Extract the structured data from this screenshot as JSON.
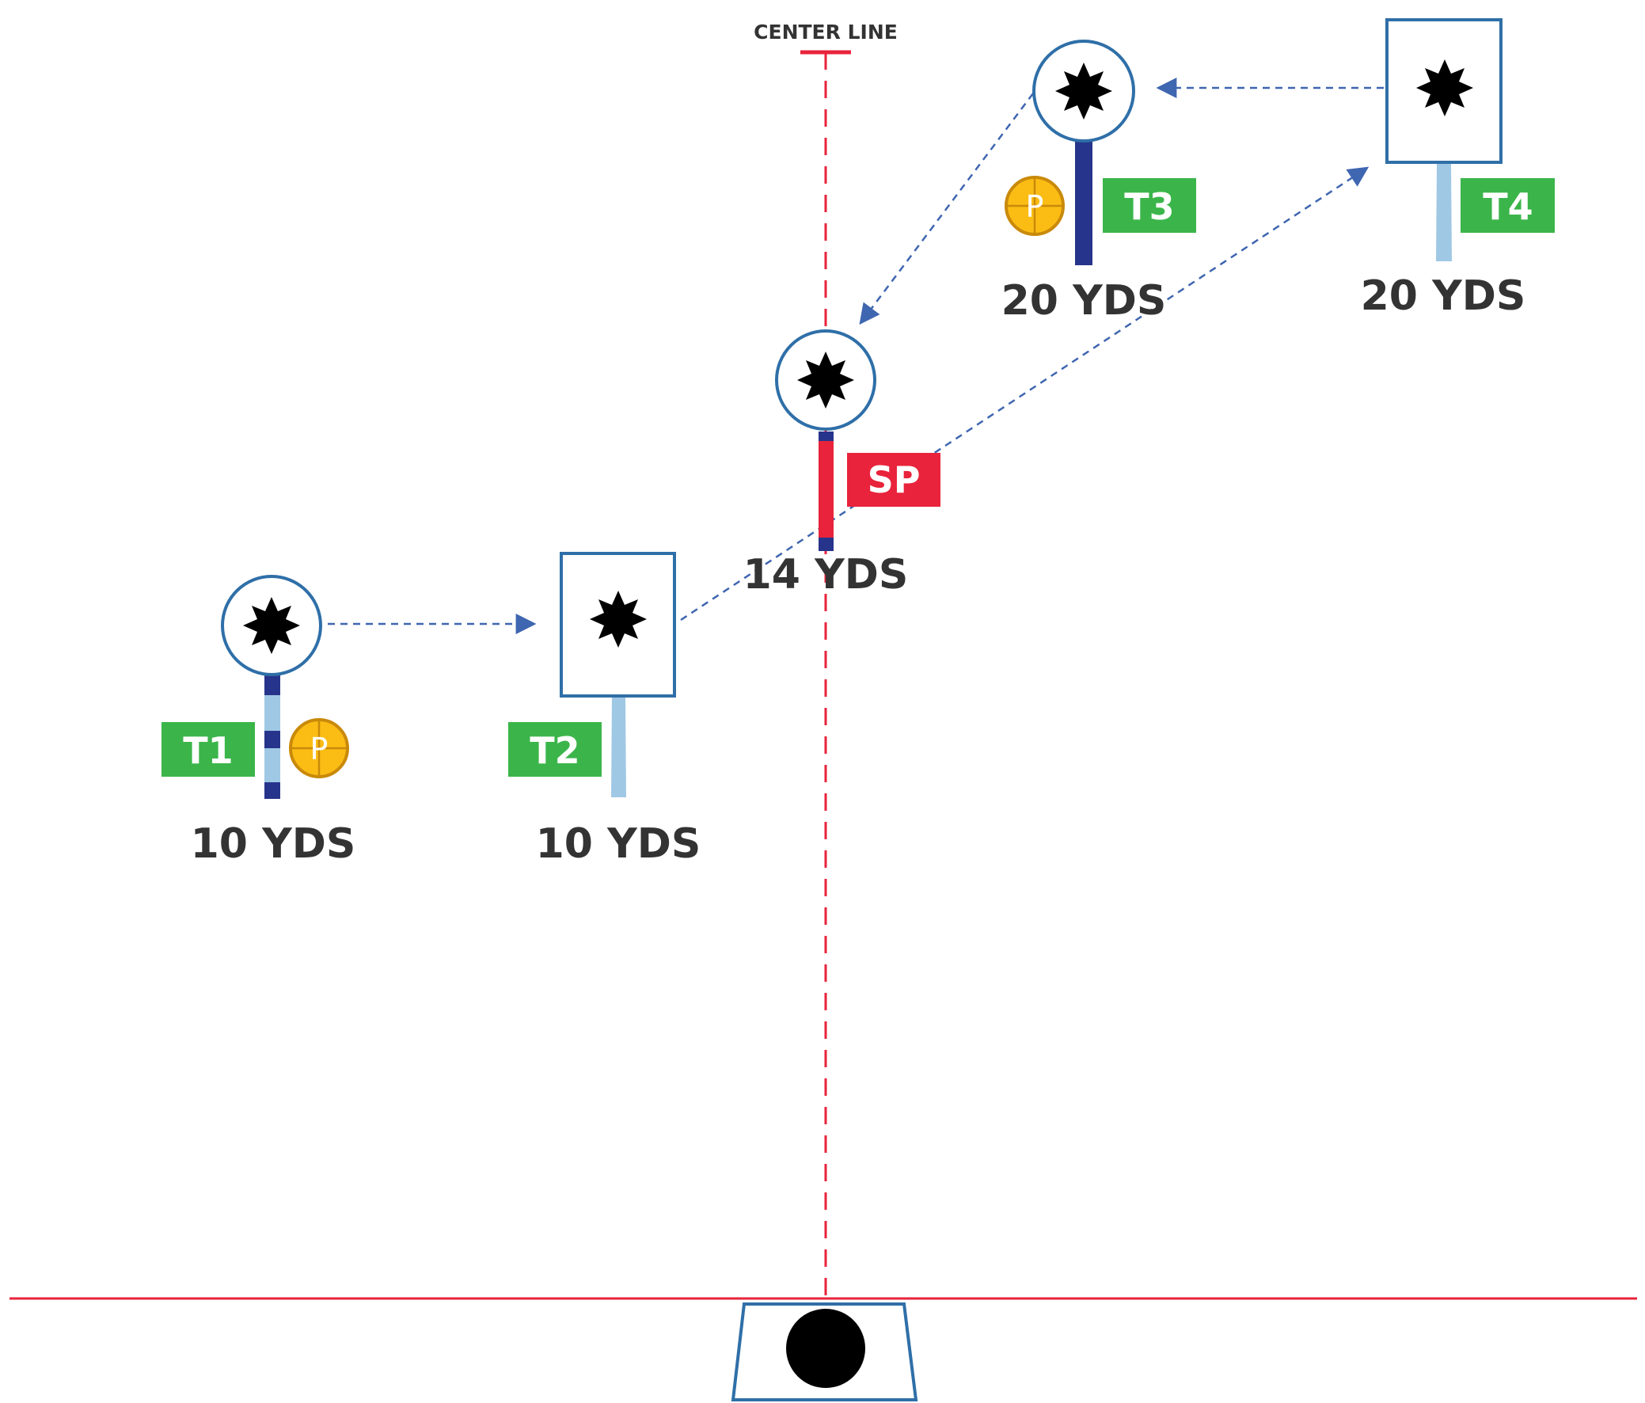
{
  "center_line": {
    "label": "CENTER LINE"
  },
  "start_position": {
    "tag": "SP",
    "distance": "14 YDS"
  },
  "targets": [
    {
      "id": "t1",
      "tag": "T1",
      "distance": "10 YDS",
      "shape": "round-steel-plate",
      "mark": "P"
    },
    {
      "id": "t2",
      "tag": "T2",
      "distance": "10 YDS",
      "shape": "paper-target",
      "mark": ""
    },
    {
      "id": "t3",
      "tag": "T3",
      "distance": "20 YDS",
      "shape": "round-steel-plate",
      "mark": "P"
    },
    {
      "id": "t4",
      "tag": "T4",
      "distance": "20 YDS",
      "shape": "paper-target",
      "mark": ""
    }
  ],
  "colors": {
    "centerline": "#e8233b",
    "target_outline": "#2f6fa8",
    "tag_fill": "#3bb54a",
    "sp_fill": "#e8233b",
    "arrow": "#3f66b0",
    "post_dark": "#27348b",
    "post_light": "#9fc8e4",
    "p_marker": "#fbbc14"
  }
}
